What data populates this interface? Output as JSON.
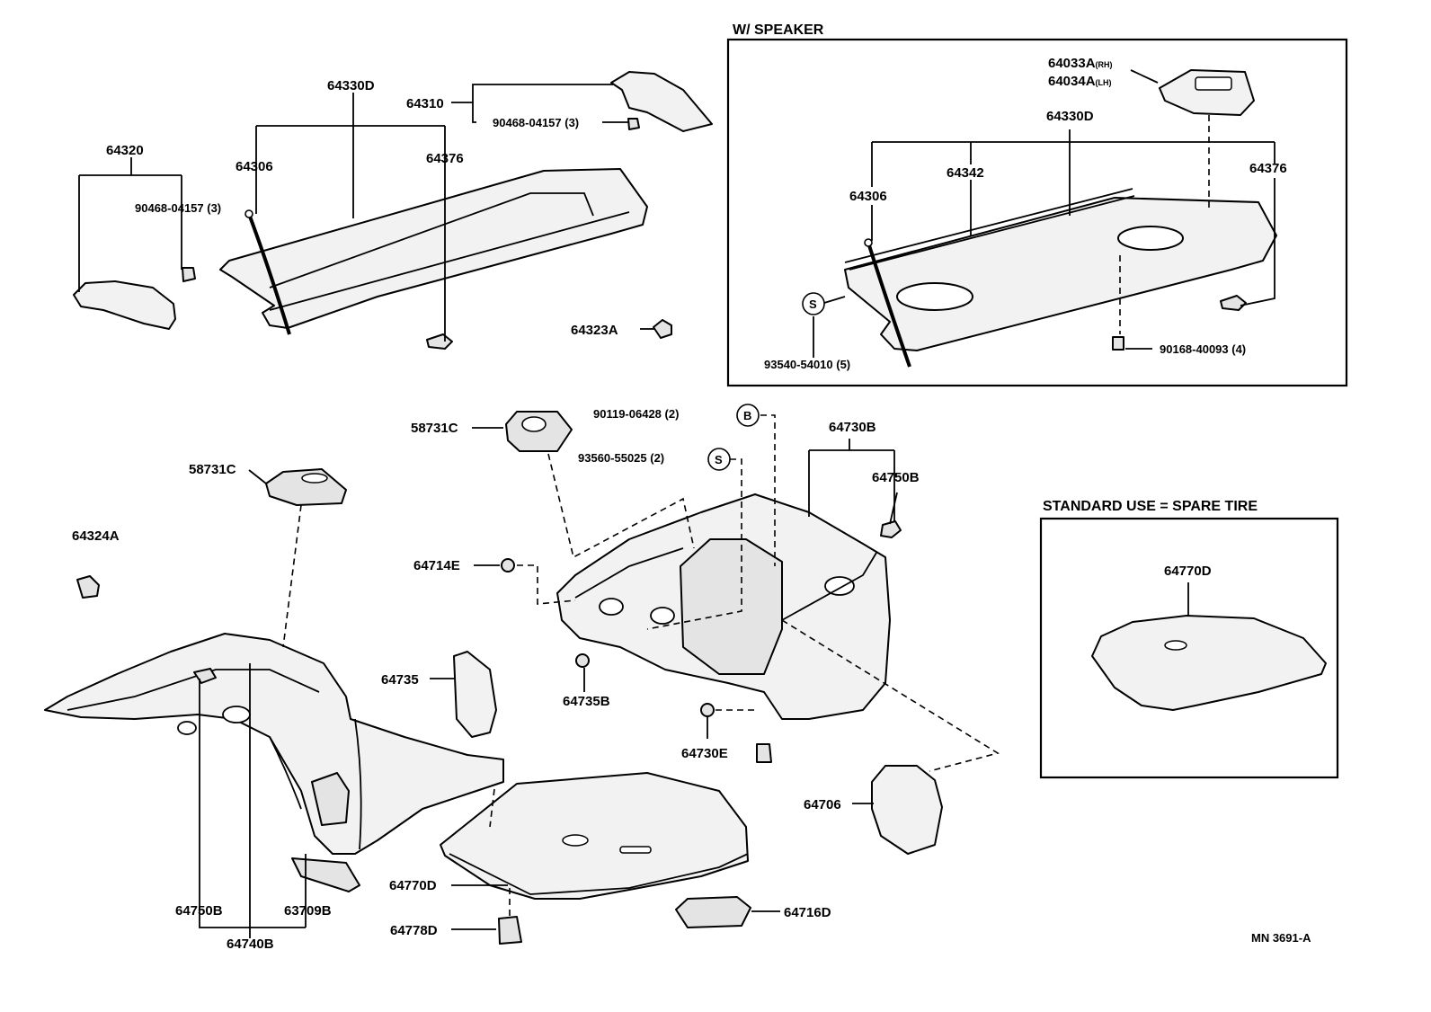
{
  "headers": {
    "speaker_box": "W/ SPEAKER",
    "spare_box": "STANDARD USE = SPARE TIRE"
  },
  "labels": {
    "p64320": "64320",
    "p90468_a": "90468-04157 (3)",
    "p64306_a": "64306",
    "p64330d_a": "64330D",
    "p64310": "64310",
    "p90468_b": "90468-04157 (3)",
    "p64376_a": "64376",
    "p64323a": "64323A",
    "p64033a": "64033A",
    "p64033a_suffix": "(RH)",
    "p64034a": "64034A",
    "p64034a_suffix": "(LH)",
    "p64330d_b": "64330D",
    "p64342": "64342",
    "p64306_b": "64306",
    "p64376_b": "64376",
    "p93540": "93540-54010 (5)",
    "p90168": "90168-40093 (4)",
    "p58731c_a": "58731C",
    "p90119": "90119-06428 (2)",
    "p93560": "93560-55025 (2)",
    "p64730b": "64730B",
    "p64750b_a": "64750B",
    "p58731c_b": "58731C",
    "p64324a": "64324A",
    "p64714e": "64714E",
    "p64735": "64735",
    "p64735b": "64735B",
    "p64730e": "64730E",
    "p64706": "64706",
    "p64770d_a": "64770D",
    "p64778d": "64778D",
    "p64716d": "64716D",
    "p64750b_b": "64750B",
    "p63709b": "63709B",
    "p64740b": "64740B",
    "p64770d_b": "64770D",
    "diagram_id": "MN 3691-A"
  },
  "symbols": {
    "s_letter": "S",
    "b_letter": "B"
  }
}
